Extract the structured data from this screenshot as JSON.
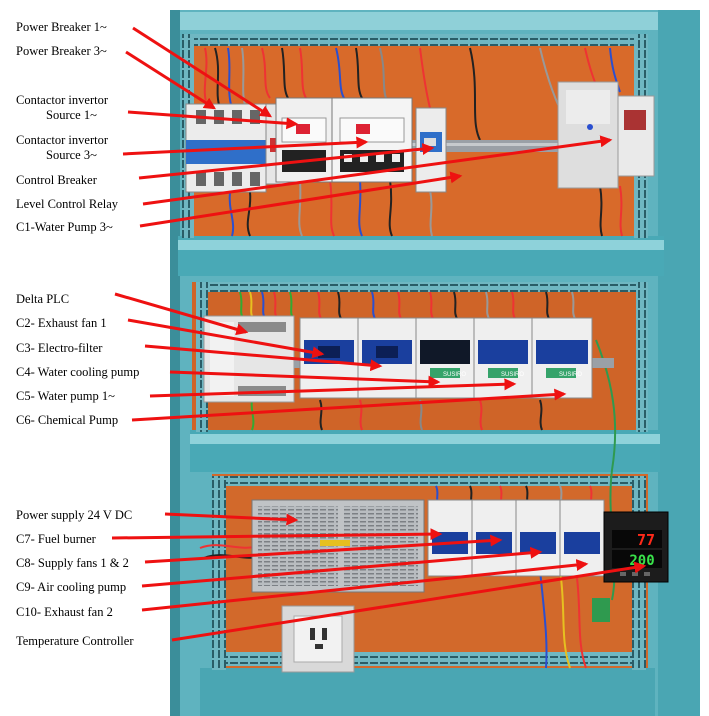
{
  "labels": {
    "power_breaker_1": "Power Breaker 1~",
    "power_breaker_3": "Power Breaker 3~",
    "contactor_invertor_source_1": [
      "Contactor invertor",
      "Source 1~"
    ],
    "contactor_invertor_source_3": [
      "Contactor invertor",
      "Source 3~"
    ],
    "control_breaker": "Control Breaker",
    "level_control_relay": "Level Control Relay",
    "c1": "C1-Water Pump 3~",
    "delta_plc": "Delta PLC",
    "c2": "C2- Exhaust fan 1",
    "c3": "C3- Electro-filter",
    "c4": "C4- Water cooling pump",
    "c5": "C5- Water pump 1~",
    "c6": "C6- Chemical Pump",
    "power_supply": "Power supply 24 V DC",
    "c7": "C7- Fuel burner",
    "c8": "C8- Supply fans 1 & 2",
    "c9": "C9- Air cooling pump",
    "c10": "C10- Exhaust fan 2",
    "temperature_controller": "Temperature Controller"
  },
  "photo": {
    "contactor_brand": "SUSIRO",
    "temp_controller_pv": "77",
    "temp_controller_sv": "200"
  },
  "colors": {
    "arrow": "#ee1111",
    "cabinet_frame": "#3aa8b5",
    "back_plate": "#d86a2a",
    "contactor_body": "#1a3f9e",
    "module_white": "#e8e8e8",
    "din_rail": "#9aa0a6"
  }
}
